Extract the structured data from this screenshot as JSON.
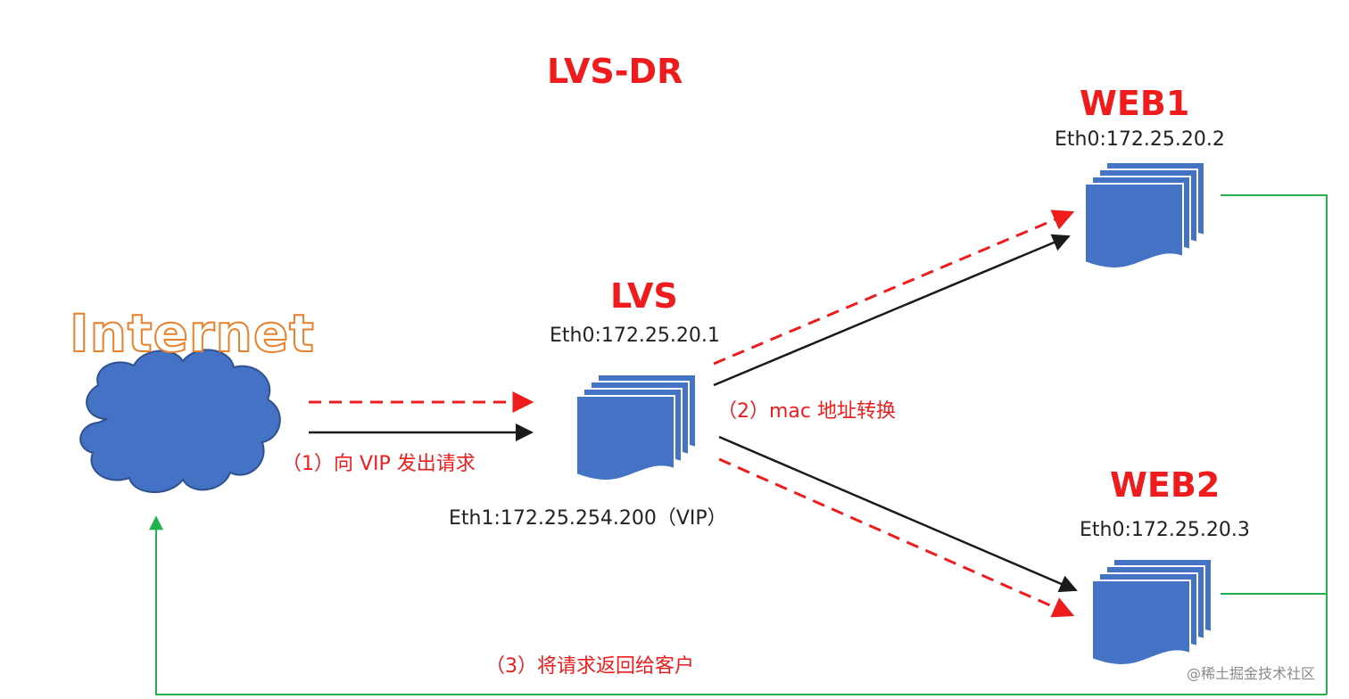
{
  "diagram": {
    "title": "LVS-DR",
    "internet_label": "Internet",
    "nodes": {
      "lvs": {
        "name": "LVS",
        "eth0": "Eth0:172.25.20.1",
        "eth1": "Eth1:172.25.254.200（VIP）"
      },
      "web1": {
        "name": "WEB1",
        "eth0": "Eth0:172.25.20.2"
      },
      "web2": {
        "name": "WEB2",
        "eth0": "Eth0:172.25.20.3"
      }
    },
    "steps": {
      "step1": "（1）向 VIP 发出请求",
      "step2": "（2）mac 地址转换",
      "step3": "（3）将请求返回给客户"
    },
    "watermark": "@稀土掘金技术社区",
    "colors": {
      "title_red": "#ee1c1c",
      "cloud_blue": "#4472c4",
      "cloud_stroke": "#2f528f",
      "server_blue": "#4472c4",
      "return_green": "#22b14c",
      "request_black": "#1a1a1a",
      "internet_orange": "#e9812a"
    },
    "icons": [
      "cloud-icon",
      "server-stack-icon"
    ]
  }
}
